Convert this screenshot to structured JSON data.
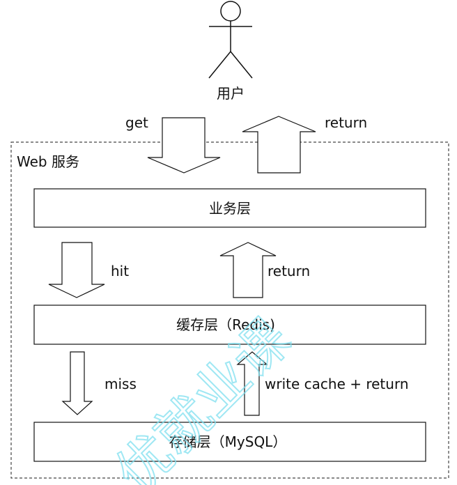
{
  "actor": {
    "label": "用户"
  },
  "service": {
    "label": "Web 服务"
  },
  "layers": {
    "business": "业务层",
    "cache": "缓存层（Redis)",
    "storage": "存储层（MySQL）"
  },
  "arrows": {
    "get": "get",
    "return_top": "return",
    "hit": "hit",
    "return_mid": "return",
    "miss": "miss",
    "write_return": "write cache + return"
  },
  "watermark": {
    "text": "优就业课"
  }
}
